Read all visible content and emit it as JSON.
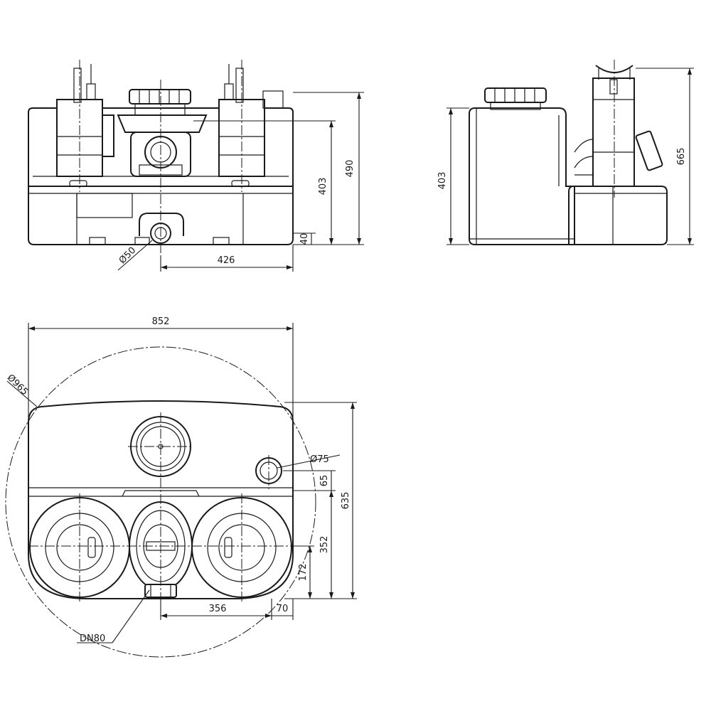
{
  "front_view": {
    "dim_height_total": "490",
    "dim_height_body": "403",
    "dim_base": "40",
    "dim_inlet_offset": "426",
    "dim_inlet_diameter": "Ø50"
  },
  "side_view": {
    "dim_height_body": "403",
    "dim_height_total": "665"
  },
  "top_view": {
    "dim_width": "852",
    "dim_swing_diameter": "Ø965",
    "dim_vent_diameter": "Ø75",
    "dim_vent_offset": "65",
    "dim_depth": "635",
    "dim_pump_row": "352",
    "dim_outlet_height": "172",
    "dim_outlet_offset": "356",
    "dim_edge_offset": "70",
    "dim_outlet_label": "DN80"
  }
}
